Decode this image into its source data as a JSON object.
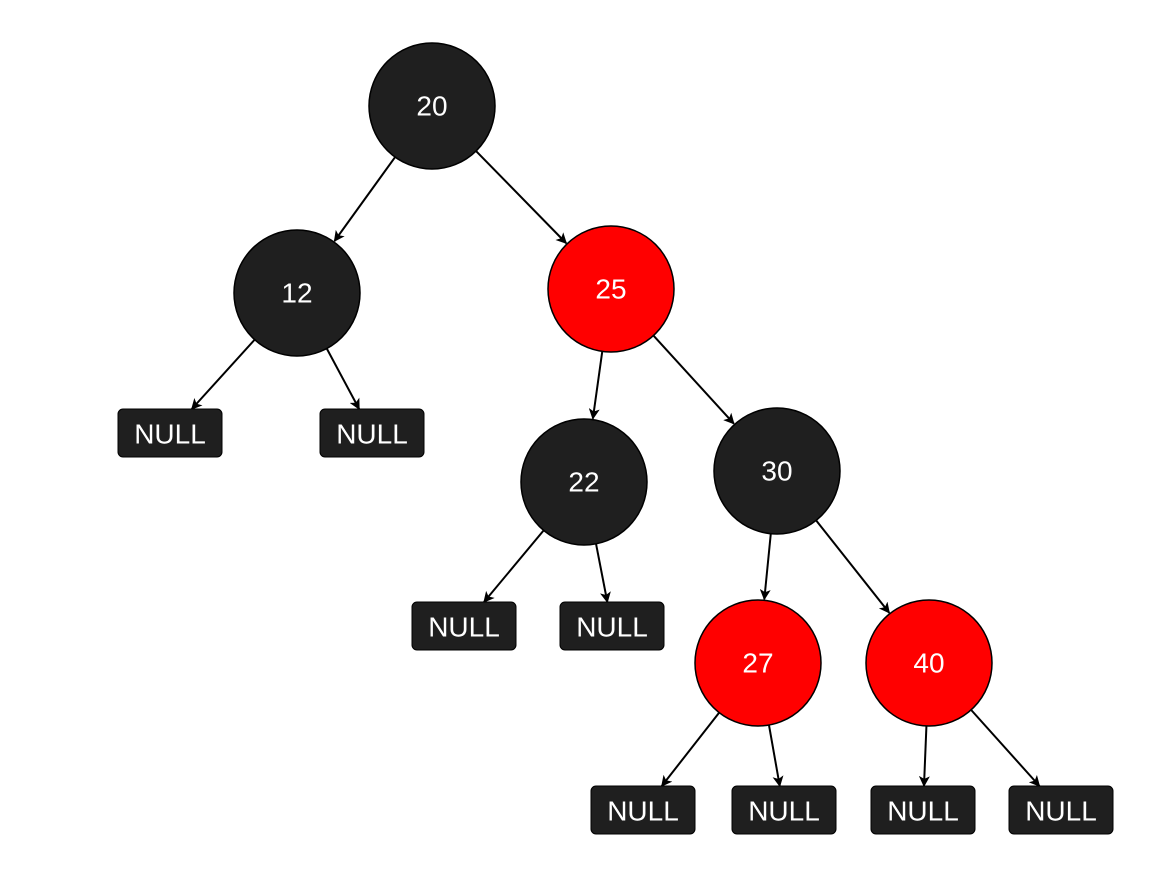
{
  "colors": {
    "black_node": "#1f1f1f",
    "red_node": "#ff0000",
    "null_box": "#1f1f1f",
    "edge": "#000000",
    "label": "#ffffff"
  },
  "null_label": "NULL",
  "nodes": [
    {
      "id": "n20",
      "label": "20",
      "color": "black"
    },
    {
      "id": "n12",
      "label": "12",
      "color": "black"
    },
    {
      "id": "n25",
      "label": "25",
      "color": "red"
    },
    {
      "id": "n22",
      "label": "22",
      "color": "black"
    },
    {
      "id": "n30",
      "label": "30",
      "color": "black"
    },
    {
      "id": "n27",
      "label": "27",
      "color": "red"
    },
    {
      "id": "n40",
      "label": "40",
      "color": "red"
    }
  ],
  "null_leaves": [
    {
      "id": "null-12-left",
      "label": "NULL"
    },
    {
      "id": "null-12-right",
      "label": "NULL"
    },
    {
      "id": "null-22-left",
      "label": "NULL"
    },
    {
      "id": "null-22-right",
      "label": "NULL"
    },
    {
      "id": "null-27-left",
      "label": "NULL"
    },
    {
      "id": "null-27-right",
      "label": "NULL"
    },
    {
      "id": "null-40-left",
      "label": "NULL"
    },
    {
      "id": "null-40-right",
      "label": "NULL"
    }
  ],
  "edges": [
    {
      "from": "n20",
      "to": "n12"
    },
    {
      "from": "n20",
      "to": "n25"
    },
    {
      "from": "n12",
      "to": "null-12-left"
    },
    {
      "from": "n12",
      "to": "null-12-right"
    },
    {
      "from": "n25",
      "to": "n22"
    },
    {
      "from": "n25",
      "to": "n30"
    },
    {
      "from": "n22",
      "to": "null-22-left"
    },
    {
      "from": "n22",
      "to": "null-22-right"
    },
    {
      "from": "n30",
      "to": "n27"
    },
    {
      "from": "n30",
      "to": "n40"
    },
    {
      "from": "n27",
      "to": "null-27-left"
    },
    {
      "from": "n27",
      "to": "null-27-right"
    },
    {
      "from": "n40",
      "to": "null-40-left"
    },
    {
      "from": "n40",
      "to": "null-40-right"
    }
  ]
}
